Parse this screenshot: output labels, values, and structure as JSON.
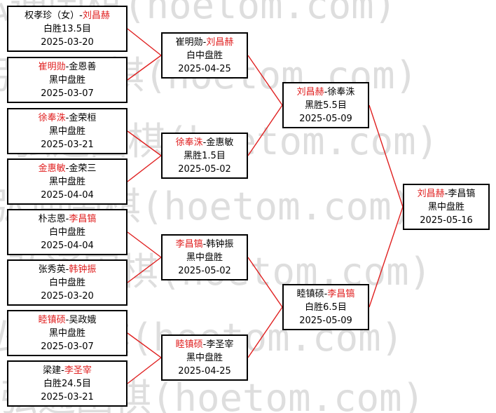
{
  "watermark": "弘通围棋(hoetom.com)",
  "colors": {
    "winner": "#e02020",
    "line": "#e02020",
    "border": "#000000"
  },
  "round1": [
    {
      "p1": "权孝珍（女）",
      "p2": "刘昌赫",
      "winner": 2,
      "result": "白胜13.5目",
      "date": "2025-03-20"
    },
    {
      "p1": "崔明勋",
      "p2": "金恩善",
      "winner": 1,
      "result": "黑中盘胜",
      "date": "2025-03-07"
    },
    {
      "p1": "徐奉洙",
      "p2": "金荣桓",
      "winner": 1,
      "result": "黑中盘胜",
      "date": "2025-03-21"
    },
    {
      "p1": "金惠敏",
      "p2": "金荣三",
      "winner": 1,
      "result": "黑中盘胜",
      "date": "2025-04-04"
    },
    {
      "p1": "朴志恩",
      "p2": "李昌镐",
      "winner": 2,
      "result": "白中盘胜",
      "date": "2025-04-04"
    },
    {
      "p1": "张秀英",
      "p2": "韩钟振",
      "winner": 2,
      "result": "白中盘胜",
      "date": "2025-03-20"
    },
    {
      "p1": "睦镇硕",
      "p2": "吴政娥",
      "winner": 1,
      "result": "黑中盘胜",
      "date": "2025-03-07"
    },
    {
      "p1": "梁建",
      "p2": "李圣宰",
      "winner": 2,
      "result": "白胜24.5目",
      "date": "2025-03-21"
    }
  ],
  "round2": [
    {
      "p1": "崔明勋",
      "p2": "刘昌赫",
      "winner": 2,
      "result": "白中盘胜",
      "date": "2025-04-25"
    },
    {
      "p1": "徐奉洙",
      "p2": "金惠敏",
      "winner": 1,
      "result": "黑胜1.5目",
      "date": "2025-05-02"
    },
    {
      "p1": "李昌镐",
      "p2": "韩钟振",
      "winner": 1,
      "result": "黑中盘胜",
      "date": "2025-05-02"
    },
    {
      "p1": "睦镇硕",
      "p2": "李圣宰",
      "winner": 1,
      "result": "黑中盘胜",
      "date": "2025-04-25"
    }
  ],
  "round3": [
    {
      "p1": "刘昌赫",
      "p2": "徐奉洙",
      "winner": 1,
      "result": "黑胜5.5目",
      "date": "2025-05-09"
    },
    {
      "p1": "睦镇硕",
      "p2": "李昌镐",
      "winner": 2,
      "result": "白胜6.5目",
      "date": "2025-05-09"
    }
  ],
  "final": [
    {
      "p1": "刘昌赫",
      "p2": "李昌镐",
      "winner": 1,
      "result": "黑中盘胜",
      "date": "2025-05-16"
    }
  ]
}
